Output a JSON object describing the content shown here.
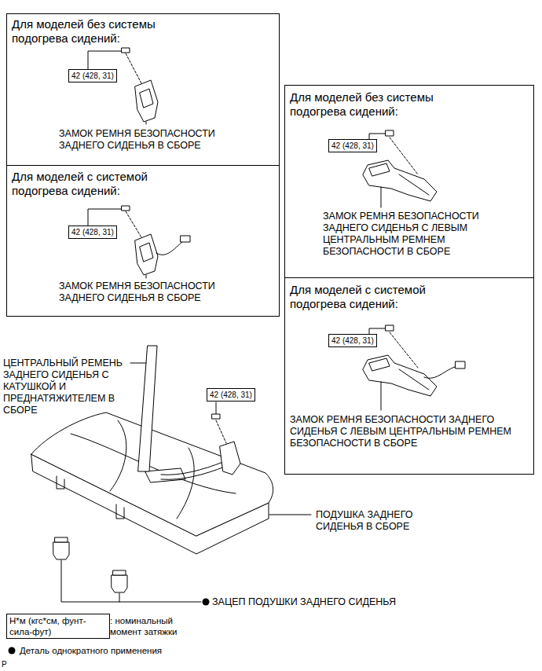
{
  "diagram": {
    "nodes": [
      {
        "text": [
          "Для моделей без системы подогрева сидений:",
          "ЗАМОК РЕМНЯ БЕЗОПАСНОСТИ ЗАДНЕГО СИДЕНЬЯ В СБОРЕ"
        ]
      },
      {
        "text": [
          "42 (428, 31)"
        ],
        "in": 0
      },
      {
        "text": [
          "Для моделей с системой подогрева сидений:",
          "ЗАМОК РЕМНЯ БЕЗОПАСНОСТИ ЗАДНЕГО СИДЕНЬЯ В СБОРЕ"
        ]
      },
      {
        "text": [
          "42 (428, 31)"
        ],
        "in": 2
      },
      {
        "text": [
          "Для моделей без системы подогрева сидений:",
          "ЗАМОК РЕМНЯ БЕЗОПАСНОСТИ ЗАДНЕГО СИДЕНЬЯ С ЛЕВЫМ ЦЕНТРАЛЬНЫМ РЕМНЕМ БЕЗОПАСНОСТИ В СБОРЕ"
        ]
      },
      {
        "text": [
          "42 (428, 31)"
        ],
        "in": 4
      },
      {
        "text": [
          "Для моделей с системой подогрева сидений:",
          "ЗАМОК РЕМНЯ БЕЗОПАСНОСТИ ЗАДНЕГО СИДЕНЬЯ С ЛЕВЫМ ЦЕНТРАЛЬНЫМ РЕМНЕМ БЕЗОПАСНОСТИ В СБОРЕ"
        ]
      },
      {
        "text": [
          "42 (428, 31)"
        ],
        "in": 6
      },
      {
        "text": [
          "42 (428, 31)"
        ]
      },
      {
        "text": [
          "Н*м (кгс*см, фунт-сила-фут)"
        ]
      }
    ],
    "labels": [
      "ЦЕНТРАЛЬНЫЙ РЕМЕНЬ ЗАДНЕГО СИДЕНЬЯ С КАТУШКОЙ И ПРЕДНАТЯЖИТЕЛЕМ В СБОРЕ",
      "ПОДУШКА ЗАДНЕГО СИДЕНЬЯ В СБОРЕ",
      "ЗАЦЕП ПОДУШКИ ЗАДНЕГО СИДЕНЬЯ",
      ": номинальный момент затяжки",
      "P"
    ],
    "legend": [
      {
        "text": "Деталь однократного применения"
      }
    ]
  }
}
